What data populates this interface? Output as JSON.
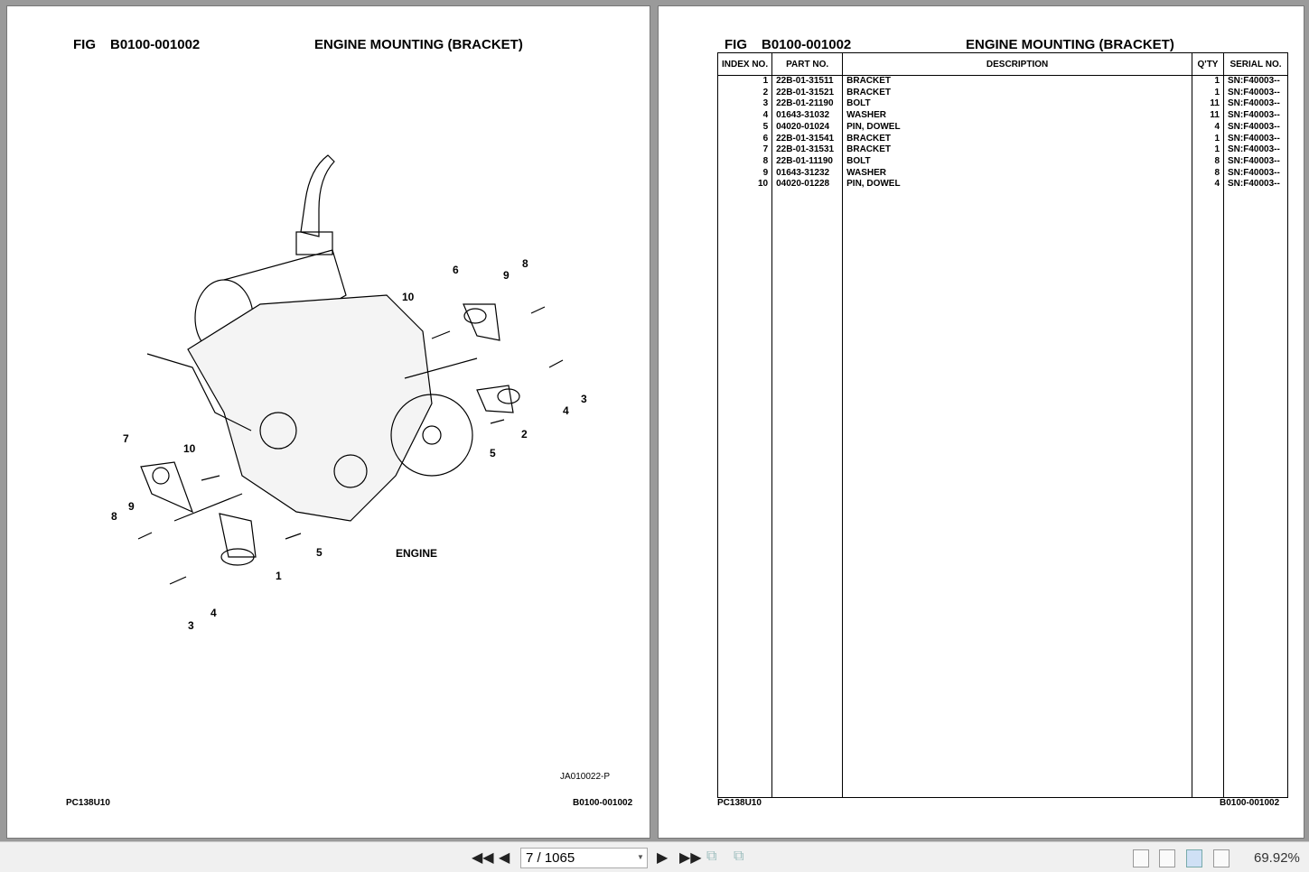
{
  "left_page": {
    "fig_label": "FIG",
    "fig_no": "B0100-001002",
    "title": "ENGINE MOUNTING (BRACKET)",
    "engine_label": "ENGINE",
    "drawing_code": "JA010022-P",
    "model": "PC138U10",
    "footer_code": "B0100-001002",
    "callouts": [
      "1",
      "2",
      "3",
      "4",
      "5",
      "6",
      "7",
      "8",
      "9",
      "10",
      "3",
      "4",
      "5",
      "8",
      "9",
      "10"
    ]
  },
  "right_page": {
    "fig_label": "FIG",
    "fig_no": "B0100-001002",
    "title": "ENGINE MOUNTING (BRACKET)",
    "model": "PC138U10",
    "footer_code": "B0100-001002",
    "headers": {
      "index": "INDEX NO.",
      "part": "PART NO.",
      "desc": "DESCRIPTION",
      "qty": "Q'TY",
      "serial": "SERIAL NO."
    },
    "rows": [
      {
        "i": "1",
        "p": "22B-01-31511",
        "d": "BRACKET",
        "q": "1",
        "s": "SN:F40003--"
      },
      {
        "i": "2",
        "p": "22B-01-31521",
        "d": "BRACKET",
        "q": "1",
        "s": "SN:F40003--"
      },
      {
        "i": "3",
        "p": "22B-01-21190",
        "d": "BOLT",
        "q": "11",
        "s": "SN:F40003--"
      },
      {
        "i": "4",
        "p": "01643-31032",
        "d": "WASHER",
        "q": "11",
        "s": "SN:F40003--"
      },
      {
        "i": "5",
        "p": "04020-01024",
        "d": "PIN, DOWEL",
        "q": "4",
        "s": "SN:F40003--"
      },
      {
        "i": "6",
        "p": "22B-01-31541",
        "d": "BRACKET",
        "q": "1",
        "s": "SN:F40003--"
      },
      {
        "i": "7",
        "p": "22B-01-31531",
        "d": "BRACKET",
        "q": "1",
        "s": "SN:F40003--"
      },
      {
        "i": "8",
        "p": "22B-01-11190",
        "d": "BOLT",
        "q": "8",
        "s": "SN:F40003--"
      },
      {
        "i": "9",
        "p": "01643-31232",
        "d": "WASHER",
        "q": "8",
        "s": "SN:F40003--"
      },
      {
        "i": "10",
        "p": "04020-01228",
        "d": "PIN, DOWEL",
        "q": "4",
        "s": "SN:F40003--"
      }
    ]
  },
  "toolbar": {
    "page_value": "7 / 1065",
    "zoom": "69.92%"
  }
}
